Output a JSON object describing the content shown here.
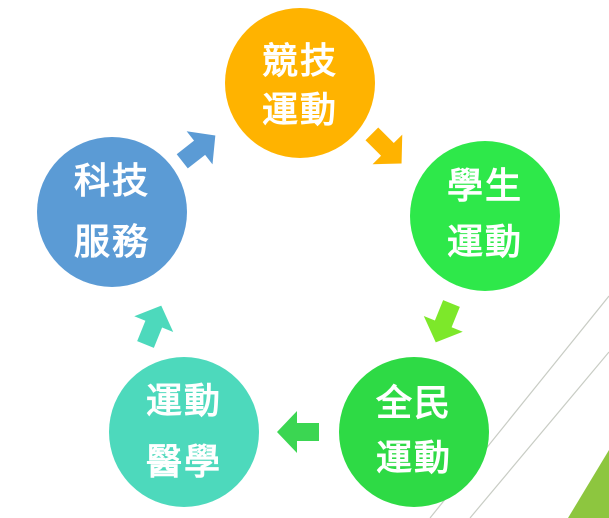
{
  "diagram": {
    "nodes": [
      {
        "id": "jingji",
        "lines": [
          "競技",
          "運動"
        ],
        "color": "#FFB300"
      },
      {
        "id": "xuesheng",
        "lines": [
          "學生",
          "運動"
        ],
        "color": "#2EE84A"
      },
      {
        "id": "quanmin",
        "lines": [
          "全民",
          "運動"
        ],
        "color": "#2EDA45"
      },
      {
        "id": "yixue",
        "lines": [
          "運動",
          "醫學"
        ],
        "color": "#4DD9BC"
      },
      {
        "id": "keji",
        "lines": [
          "科技",
          "服務"
        ],
        "color": "#5B9BD5"
      }
    ],
    "arrows": [
      {
        "from": "jingji",
        "to": "xuesheng",
        "color": "#FFB300"
      },
      {
        "from": "xuesheng",
        "to": "quanmin",
        "color": "#7DE82A"
      },
      {
        "from": "quanmin",
        "to": "yixue",
        "color": "#3BD652"
      },
      {
        "from": "yixue",
        "to": "keji",
        "color": "#4DD9BC"
      },
      {
        "from": "keji",
        "to": "jingji",
        "color": "#5B9BD5"
      }
    ],
    "decoration": {
      "accent_color": "#8DC63F",
      "line_color": "#C8CCC4"
    }
  }
}
